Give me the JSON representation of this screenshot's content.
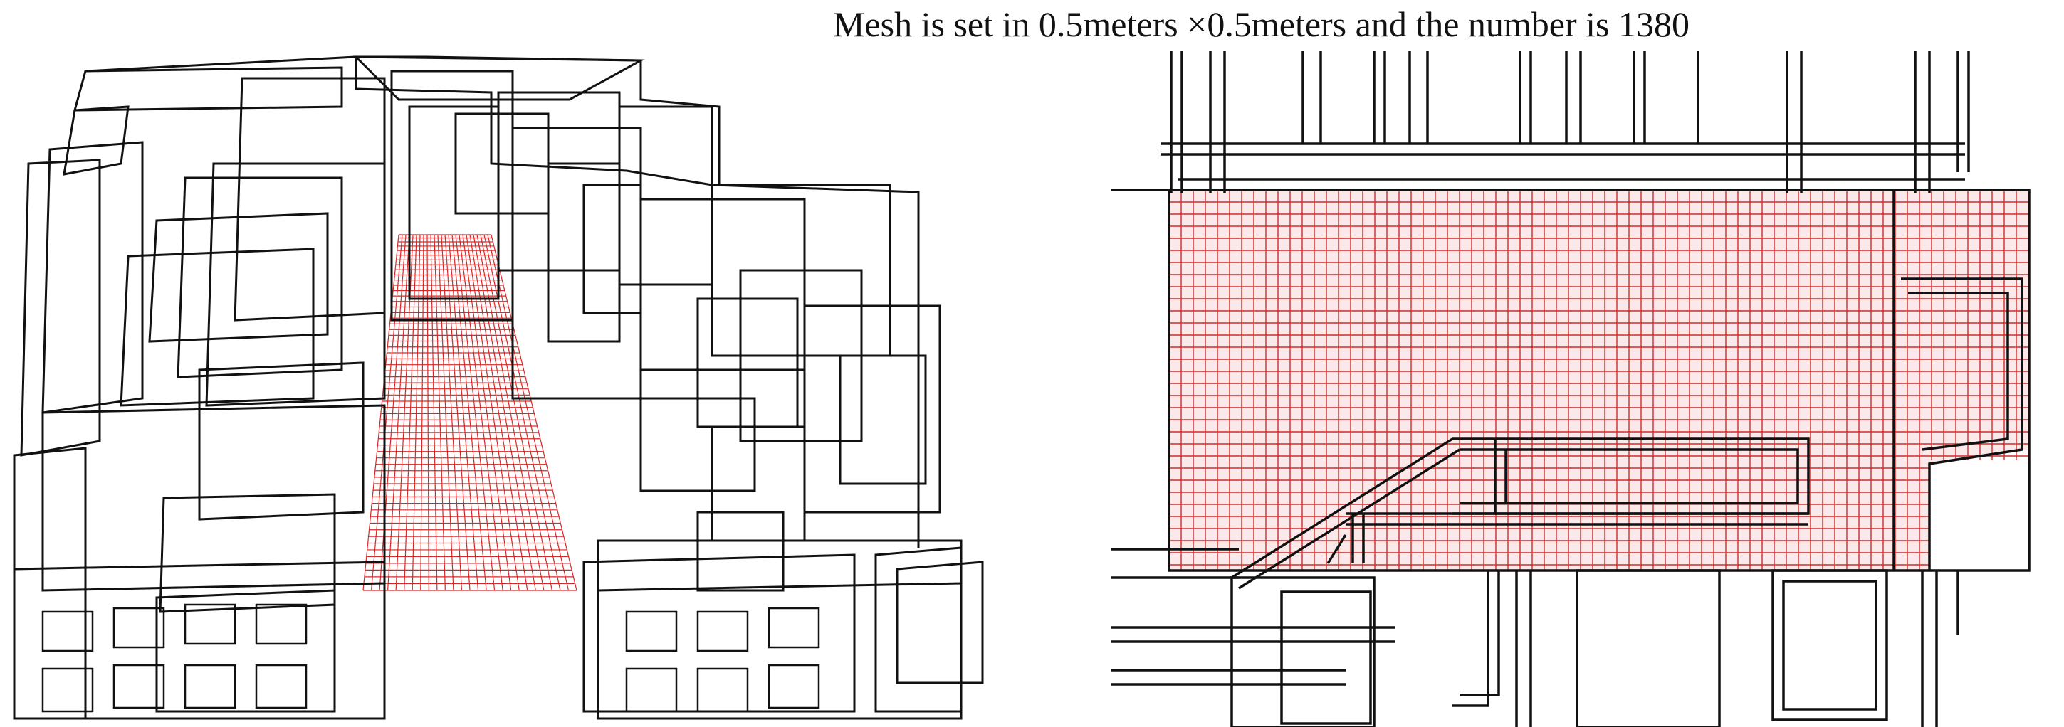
{
  "caption": "Mesh is set in 0.5meters ×0.5meters and the number is 1380",
  "colors": {
    "wireframe": "#111111",
    "mesh": "#d42a2a",
    "background": "#ffffff"
  },
  "panels": [
    {
      "view": "3d-wireframe",
      "content": "building wireframe with red floor mesh"
    },
    {
      "view": "plan",
      "content": "floor plan with red 0.5m x 0.5m mesh grid"
    }
  ]
}
